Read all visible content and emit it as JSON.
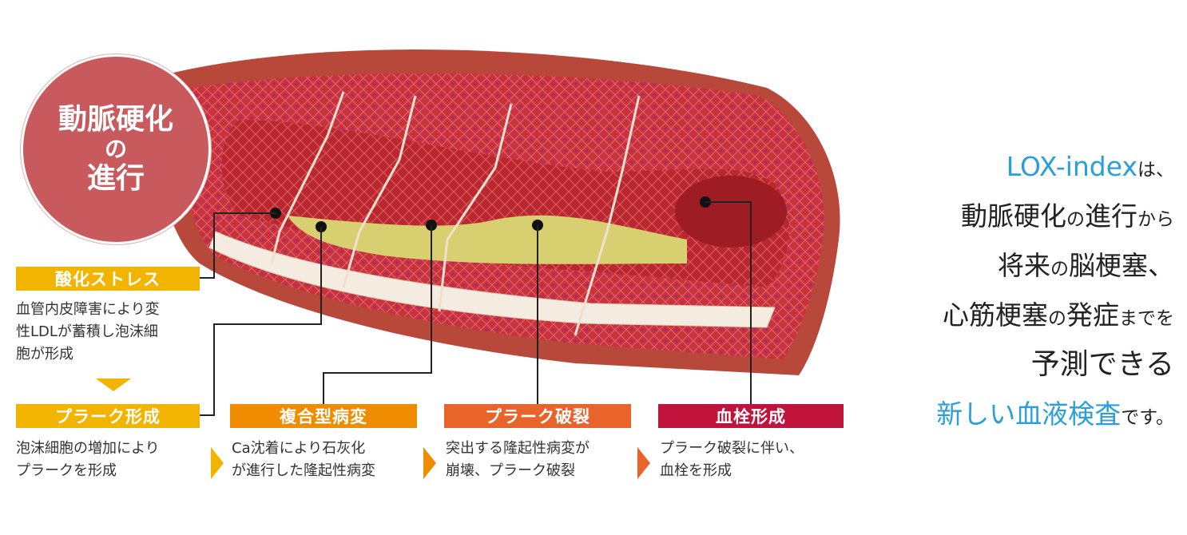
{
  "circle_title": {
    "line1": "動脈硬化",
    "line2": "の",
    "line3": "進行"
  },
  "stages": [
    {
      "label": "酸化ストレス",
      "desc1": "血管内皮障害により変",
      "desc2": "性LDLが蓄積し泡沫細",
      "desc3": "胞が形成",
      "color": "#f3b400"
    },
    {
      "label": "プラーク形成",
      "desc1": "泡沫細胞の増加により",
      "desc2": "プラークを形成",
      "color": "#f3b400"
    },
    {
      "label": "複合型病変",
      "desc1": "Ca沈着により石灰化",
      "desc2": "が進行した隆起性病変",
      "color": "#f08c00"
    },
    {
      "label": "プラーク破裂",
      "desc1": "突出する隆起性病変が",
      "desc2": "崩壊、プラーク破裂",
      "color": "#e8642a"
    },
    {
      "label": "血栓形成",
      "desc1": "プラーク破裂に伴い、",
      "desc2": "血栓を形成",
      "color": "#c0143c"
    }
  ],
  "right_text": {
    "l1_blue": "LOX-index",
    "l1_small": "は、",
    "l2_a": "動脈硬化",
    "l2_b": "の",
    "l2_c": "進行",
    "l2_d": "から",
    "l3_a": "将来",
    "l3_b": "の",
    "l3_c": "脳梗塞、",
    "l4_a": "心筋梗塞",
    "l4_b": "の",
    "l4_c": "発症",
    "l4_d": "までを",
    "l5": "予測できる",
    "l6_blue": "新しい血液検査",
    "l6_small": "です。"
  },
  "colors": {
    "accent_blue": "#2a9fdc",
    "circle": "#c85a5e",
    "artery_wall": "#c2303a",
    "plaque": "#d8d070"
  }
}
